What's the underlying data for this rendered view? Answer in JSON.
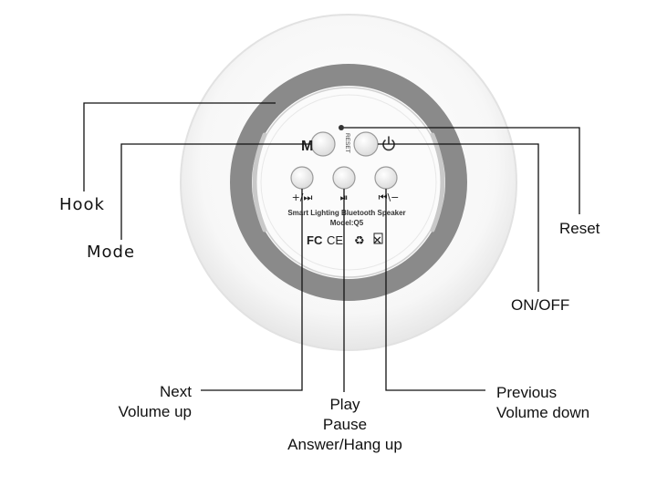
{
  "device": {
    "button_m_label": "M",
    "reset_label": "RESET",
    "next_symbol": "+/⏭",
    "play_symbol": "⏯",
    "prev_symbol": "⏮\\−",
    "product_name": "Smart Lighting Bluetooth Speaker",
    "model": "Model:Q5",
    "marks": {
      "fc": "FC",
      "ce": "CE",
      "recycle": "♻",
      "weee": "✕"
    }
  },
  "callouts": {
    "hook": "Hook",
    "mode": "Mode",
    "reset": "Reset",
    "on_off": "ON/OFF",
    "next": [
      "Next",
      "Volume up"
    ],
    "play": [
      "Play",
      "Pause",
      "Answer/Hang up"
    ],
    "previous": [
      "Previous",
      "Volume down"
    ]
  },
  "colors": {
    "ring": "#8a8a8a",
    "shell": "#f4f4f4",
    "leader": "#111111"
  }
}
